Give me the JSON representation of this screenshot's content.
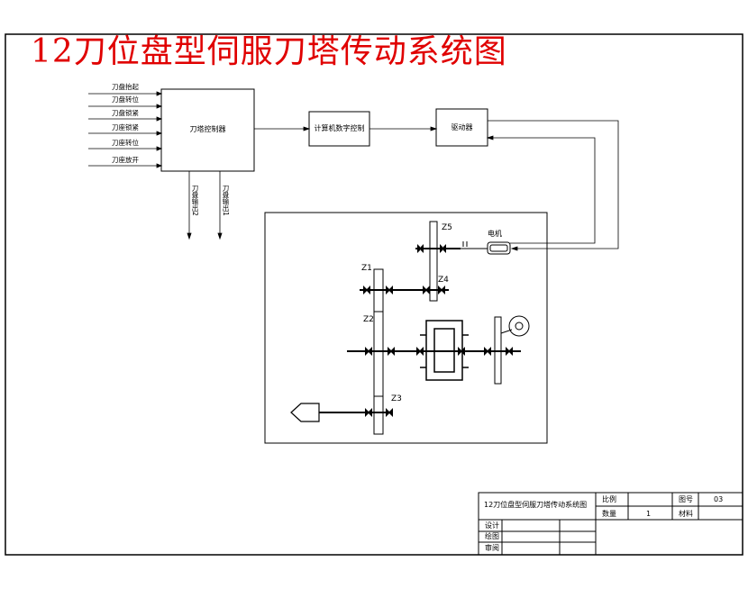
{
  "title": "12刀位盘型伺服刀塔传动系统图",
  "inputs": [
    "刀盘抬起",
    "刀盘转位",
    "刀盘锁紧",
    "刀座锁紧",
    "刀座转位",
    "刀座放开"
  ],
  "blocks": {
    "tool_controller": "刀塔控制器",
    "cnc": "计算机数字控制",
    "driver": "驱动器",
    "motor": "电机"
  },
  "outputs": [
    "刀盘输出2",
    "刀盘输出1"
  ],
  "gears": [
    "Z5",
    "Z1",
    "Z4",
    "Z2",
    "Z3"
  ],
  "title_block": {
    "drawing_name": "12刀位盘型伺服刀塔传动系统图",
    "scale_label": "比例",
    "quantity_label": "数量",
    "quantity_value": "1",
    "drawing_no_label": "图号",
    "drawing_no_value": "03",
    "material_label": "材料",
    "design_label": "设计",
    "draw_label": "绘图",
    "review_label": "审阅"
  }
}
